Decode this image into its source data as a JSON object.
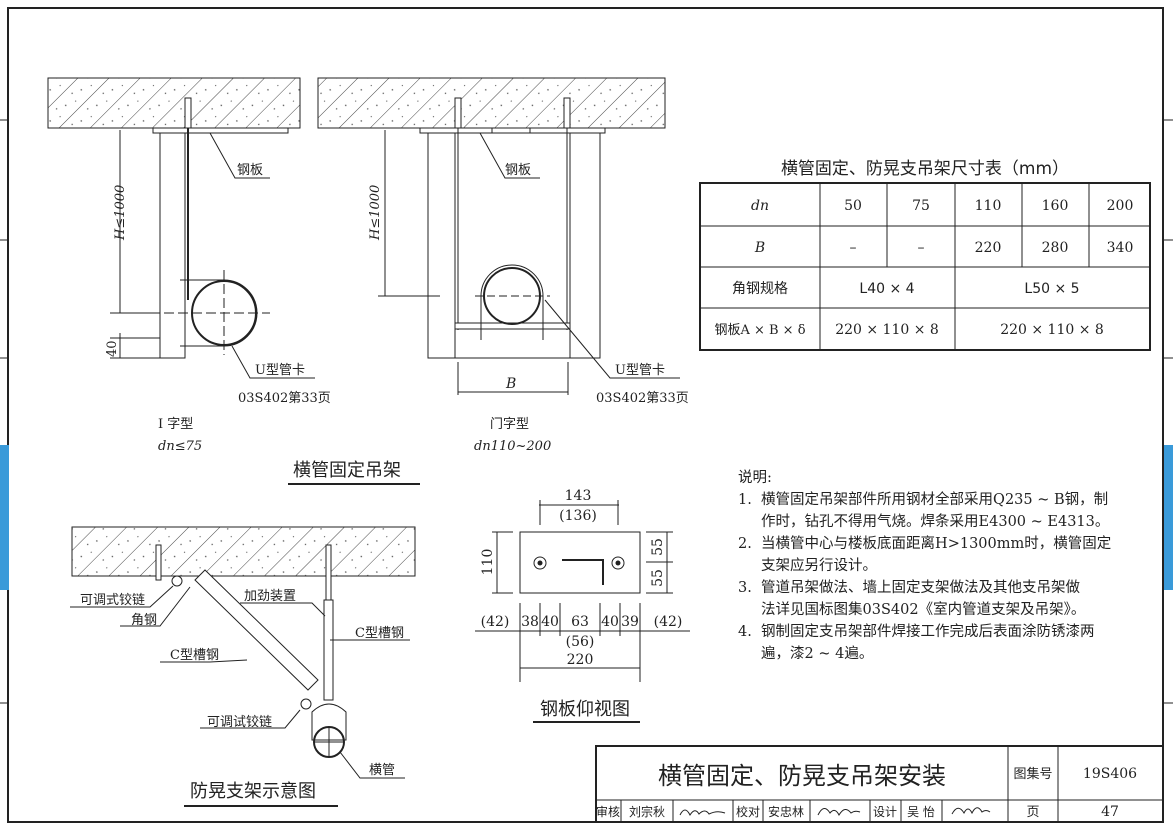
{
  "hanger": {
    "title": "横管固定吊架",
    "left": {
      "plate_label": "钢板",
      "h_dim": "H≤1000",
      "gap_dim": "40",
      "clamp_label": "U型管卡",
      "clamp_ref": "03S402第33页",
      "type_label": "I 字型",
      "range_label": "dn≤75"
    },
    "right": {
      "plate_label": "钢板",
      "h_dim": "H≤1000",
      "b_dim": "B",
      "clamp_label": "U型管卡",
      "clamp_ref": "03S402第33页",
      "type_label": "门字型",
      "range_label": "dn110~200"
    }
  },
  "table": {
    "title": "横管固定、防晃支吊架尺寸表（mm）",
    "rows": [
      [
        "dn",
        "50",
        "75",
        "110",
        "160",
        "200"
      ],
      [
        "B",
        "–",
        "–",
        "220",
        "280",
        "340"
      ],
      [
        "角钢规格",
        "L40 × 4",
        "L50 × 5"
      ],
      [
        "钢板A × B × δ",
        "220 × 110 × 8",
        "220 × 110 × 8"
      ]
    ]
  },
  "notes": {
    "heading": "说明:",
    "lines": [
      "1.  横管固定吊架部件所用钢材全部采用Q235 ~ B钢，制",
      "     作时，钻孔不得用气烧。焊条采用E4300 ~ E4313。",
      "2.  当横管中心与楼板底面距离H>1300mm时，横管固定",
      "     支架应另行设计。",
      "3.  管道吊架做法、墙上固定支架做法及其他支吊架做",
      "     法详见国标图集03S402《室内管道支架及吊架》。",
      "4.  钢制固定支吊架部件焊接工作完成后表面涂防锈漆两",
      "     遍，漆2 ~ 4遍。"
    ]
  },
  "plate_view": {
    "title": "钢板仰视图",
    "top_dim": "143",
    "top_dim_alt": "(136)",
    "height_dim": "110",
    "half_dim_top": "55",
    "half_dim_bottom": "55",
    "bottom_dims": [
      "(42)",
      "38",
      "40",
      "63",
      "40",
      "39",
      "(42)"
    ],
    "mid_alt": "(56)",
    "total_dim": "220"
  },
  "sway": {
    "title": "防晃支架示意图",
    "labels": {
      "hinge_top": "可调式铰链",
      "angle": "角钢",
      "stiffener": "加劲装置",
      "channel_right": "C型槽钢",
      "channel_left": "C型槽钢",
      "hinge_bottom": "可调试铰链",
      "pipe": "横管"
    }
  },
  "title_block": {
    "title": "横管固定、防晃支吊架安装",
    "atlas_label": "图集号",
    "atlas_no": "19S406",
    "page_label": "页",
    "page_no": "47",
    "review_label": "审核",
    "reviewer": "刘宗秋",
    "check_label": "校对",
    "checker": "安忠林",
    "design_label": "设计",
    "designer": "吴 怡"
  },
  "colors": {
    "tab": "#3a9ad9",
    "line": "#222222"
  }
}
